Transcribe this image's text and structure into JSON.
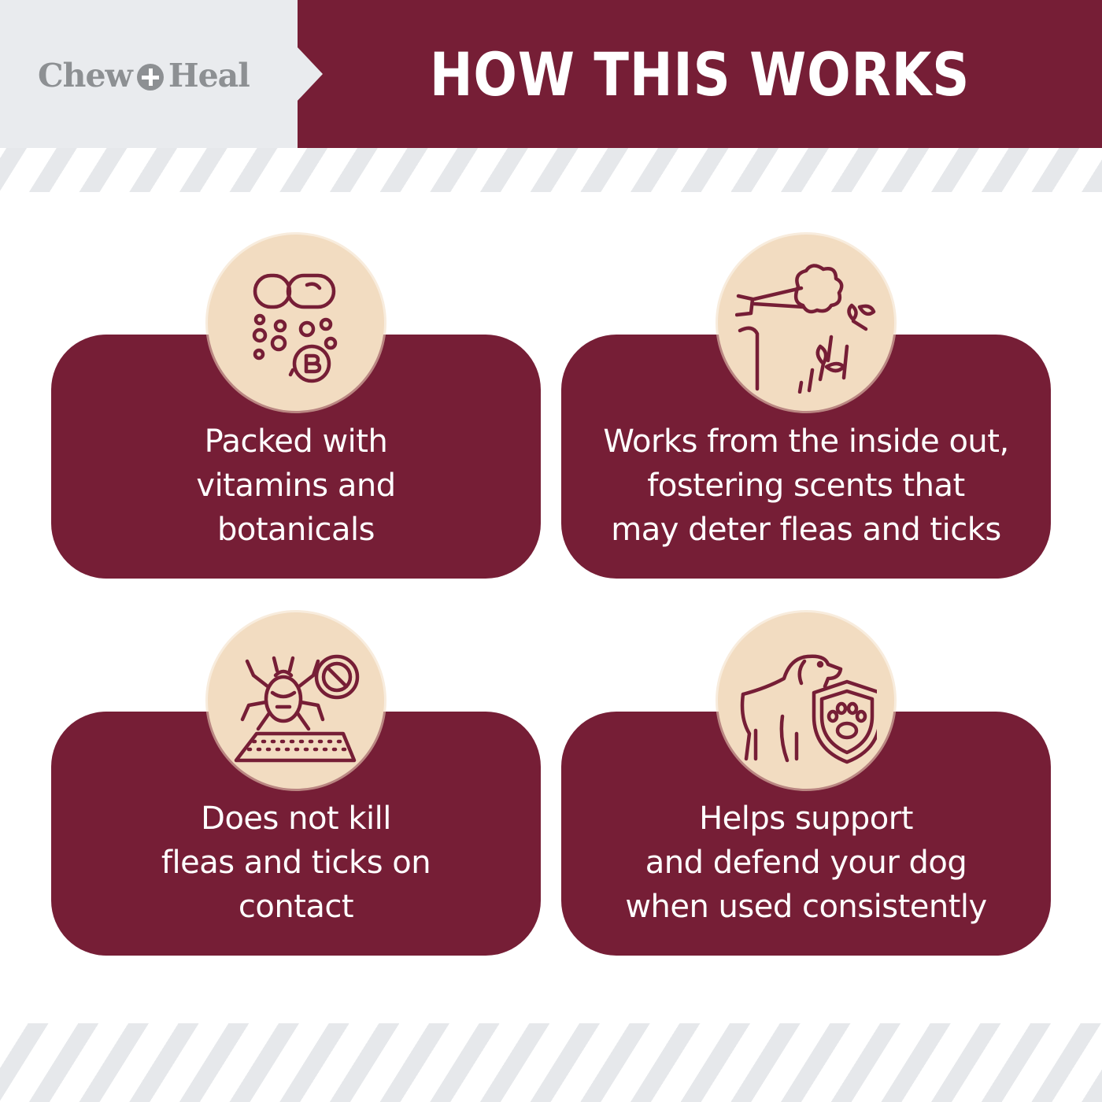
{
  "brand": {
    "name_left": "Chew",
    "name_right": "Heal",
    "logo_icon": "plus-circle-icon"
  },
  "header": {
    "title": "HOW THIS WORKS"
  },
  "colors": {
    "maroon": "#761e36",
    "peach": "#f2dcc1",
    "gray_panel": "#e9ebee",
    "logo_gray": "#8d9093"
  },
  "cards": [
    {
      "icon": "capsule-vitamin-icon",
      "lines": [
        "Packed with",
        "vitamins and",
        "botanicals"
      ]
    },
    {
      "icon": "spray-bugs-icon",
      "lines": [
        "Works from the inside out,",
        "fostering scents that",
        "may deter fleas and ticks"
      ]
    },
    {
      "icon": "tick-no-icon",
      "lines": [
        "Does not kill",
        "fleas and ticks on",
        "contact"
      ]
    },
    {
      "icon": "dog-shield-icon",
      "lines": [
        "Helps support",
        "and defend your dog",
        "when used consistently"
      ]
    }
  ]
}
